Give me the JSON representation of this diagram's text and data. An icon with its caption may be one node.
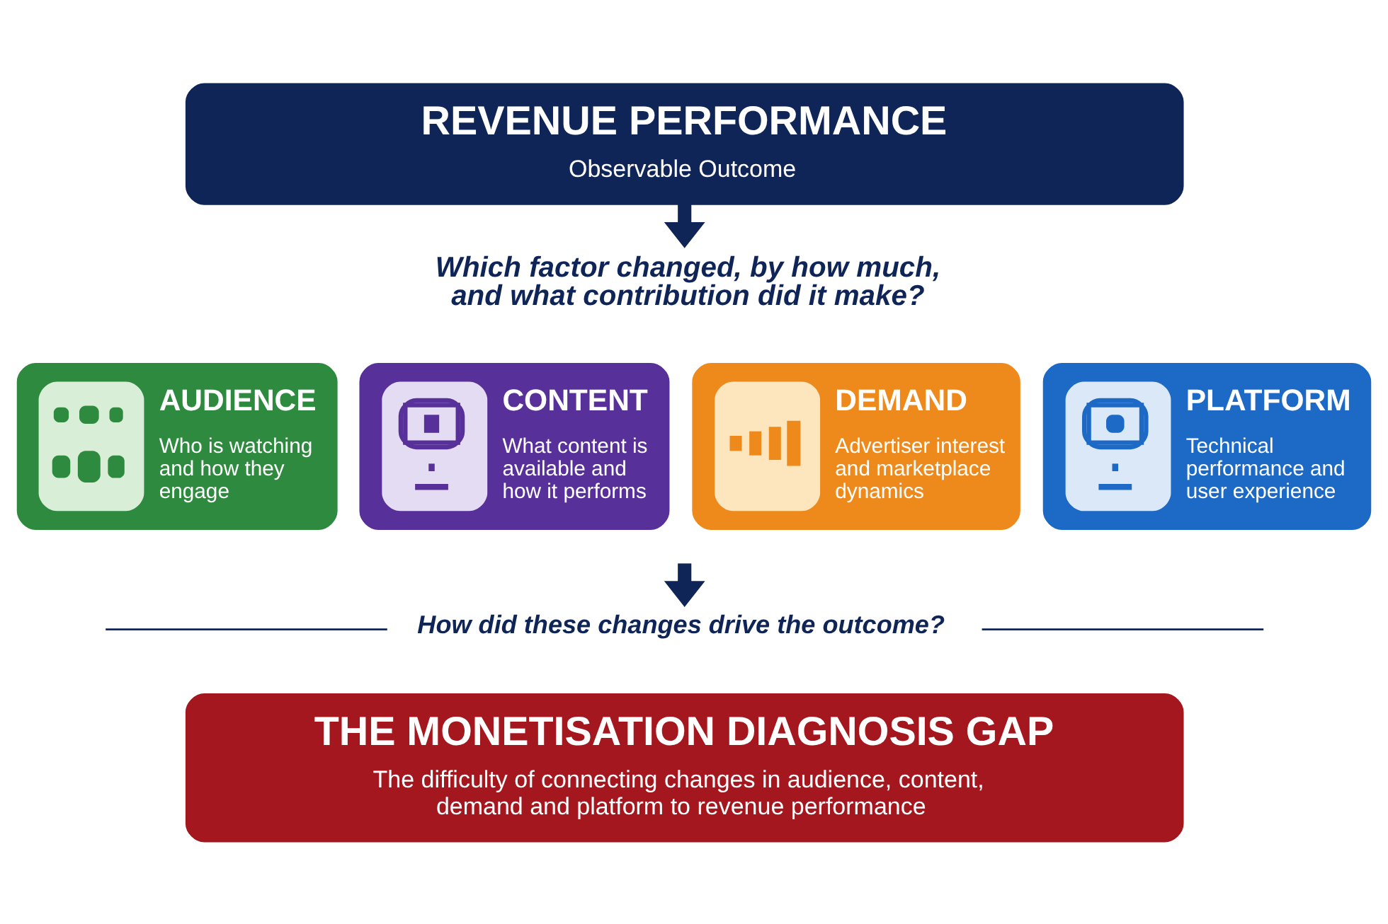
{
  "diagram": {
    "nodes": [
      {
        "text": [
          "REVENUE PERFORMANCE",
          "Observable Outcome"
        ]
      },
      {
        "text": [
          "Which factor changed, by how much, and what contribution did it make?"
        ]
      },
      {
        "text": [
          "AUDIENCE",
          "Who is watching and how they engage"
        ]
      },
      {
        "text": [
          "CONTENT",
          "What content is available and how it performs"
        ]
      },
      {
        "text": [
          "DEMAND",
          "Advertiser interest and marketplace dynamics"
        ]
      },
      {
        "text": [
          "PLATFORM",
          "Technical performance and user experience"
        ]
      },
      {
        "text": [
          "How did these changes drive the outcome?"
        ]
      },
      {
        "text": [
          "THE MONETISATION DIAGNOSIS GAP",
          "The difficulty of connecting changes in audience, content, demand and platform to revenue performance"
        ]
      }
    ],
    "edges": [
      {
        "from": 0,
        "to": 1,
        "arrow": "to"
      },
      {
        "from": null,
        "to": 6,
        "arrow": "to"
      }
    ]
  }
}
